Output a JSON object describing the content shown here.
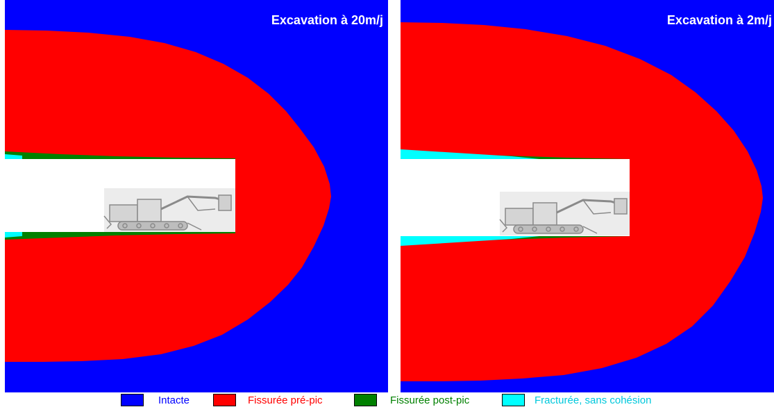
{
  "panels": [
    {
      "title": "Excavation à 20m/j"
    },
    {
      "title": "Excavation à 2m/j"
    }
  ],
  "legend": [
    {
      "label": "Intacte",
      "color": "#0000ff",
      "text_color": "#0000ff"
    },
    {
      "label": "Fissurée pré-pic",
      "color": "#ff0000",
      "text_color": "#ff0000"
    },
    {
      "label": "Fissurée post-pic",
      "color": "#008000",
      "text_color": "#008000"
    },
    {
      "label": "Fracturée, sans cohésion",
      "color": "#00ffff",
      "text_color": "#00c8dc"
    }
  ],
  "machine_icon": "tunnel-boring-machine-icon"
}
